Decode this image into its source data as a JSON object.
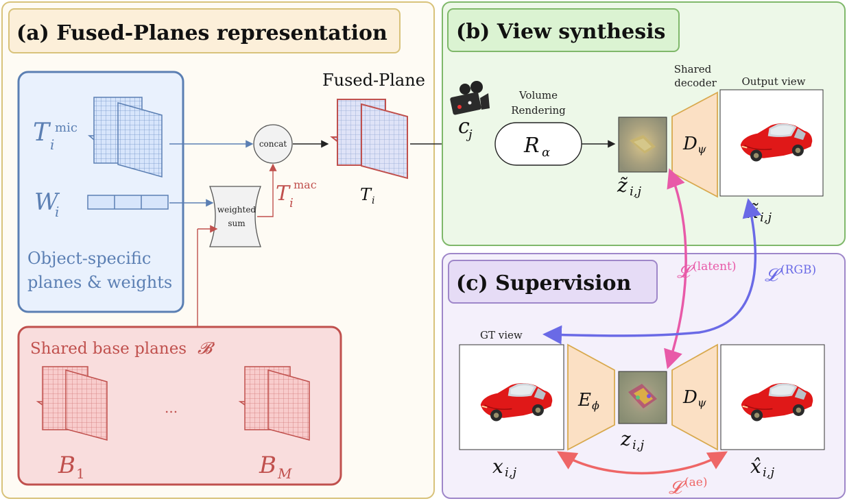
{
  "panel_a": {
    "title": "(a) Fused-Planes representation",
    "t_mic_base": "T",
    "t_mic_sub": "i",
    "t_mic_sup": "mic",
    "w_base": "W",
    "w_sub": "i",
    "object_label_1": "Object-specific",
    "object_label_2": "planes & weights",
    "concat": "concat",
    "weighted_1": "weighted",
    "weighted_2": "sum",
    "t_mac_base": "T",
    "t_mac_sub": "i",
    "t_mac_sup": "mac",
    "fused_plane": "Fused-Plane",
    "ti_base": "T",
    "ti_sub": "i",
    "shared_base": "Shared base planes",
    "shared_base_symbol": "𝓑",
    "ellipsis": "...",
    "b1_base": "B",
    "b1_sub": "1",
    "bm_base": "B",
    "bm_sub": "M"
  },
  "panel_b": {
    "title": "(b) View synthesis",
    "volume_1": "Volume",
    "volume_2": "Rendering",
    "render_base": "R",
    "render_sub": "α",
    "cam_base": "c",
    "cam_sub": "j",
    "shared_1": "Shared",
    "shared_2": "decoder",
    "output_view": "Output view",
    "dec_base": "D",
    "dec_sub": "ψ",
    "z_tilde_base": "z̃",
    "z_tilde_sub": "i,j",
    "x_tilde_base": "x̃",
    "x_tilde_sub": "i,j"
  },
  "panel_c": {
    "title": "(c) Supervision",
    "gt_view": "GT view",
    "enc_base": "E",
    "enc_sub": "ϕ",
    "dec_base": "D",
    "dec_sub": "ψ",
    "x_base": "x",
    "x_sub": "i,j",
    "z_base": "z",
    "z_sub": "i,j",
    "x_hat_base": "x̂",
    "x_hat_sub": "i,j"
  },
  "losses": {
    "latent_base": "𝓛",
    "latent_sup": "(latent)",
    "rgb_base": "𝓛",
    "rgb_sup": "(RGB)",
    "ae_base": "𝓛",
    "ae_sup": "(ae)"
  },
  "colors": {
    "blue": "#5b7fb3",
    "red": "#c0504d",
    "pink": "#e85aa8",
    "violet": "#6a6ae6",
    "salmon": "#ee6666",
    "orange_fill": "#fbe0c4",
    "car_red": "#e01818"
  }
}
